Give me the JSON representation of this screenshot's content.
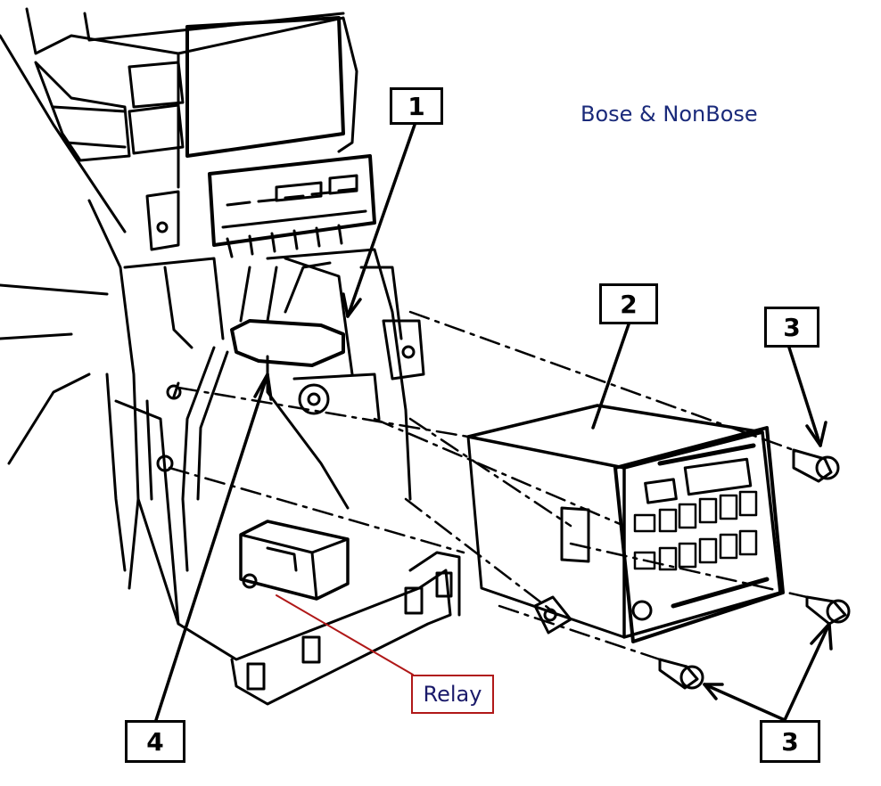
{
  "diagram": {
    "variant_label": "Bose & NonBose",
    "callouts": {
      "one": "1",
      "two": "2",
      "three_top": "3",
      "three_bottom": "3",
      "four": "4"
    },
    "relay_label": "Relay",
    "colors": {
      "line": "#000000",
      "relay_leader": "#b01818",
      "label_text": "#1a2a7a"
    }
  }
}
